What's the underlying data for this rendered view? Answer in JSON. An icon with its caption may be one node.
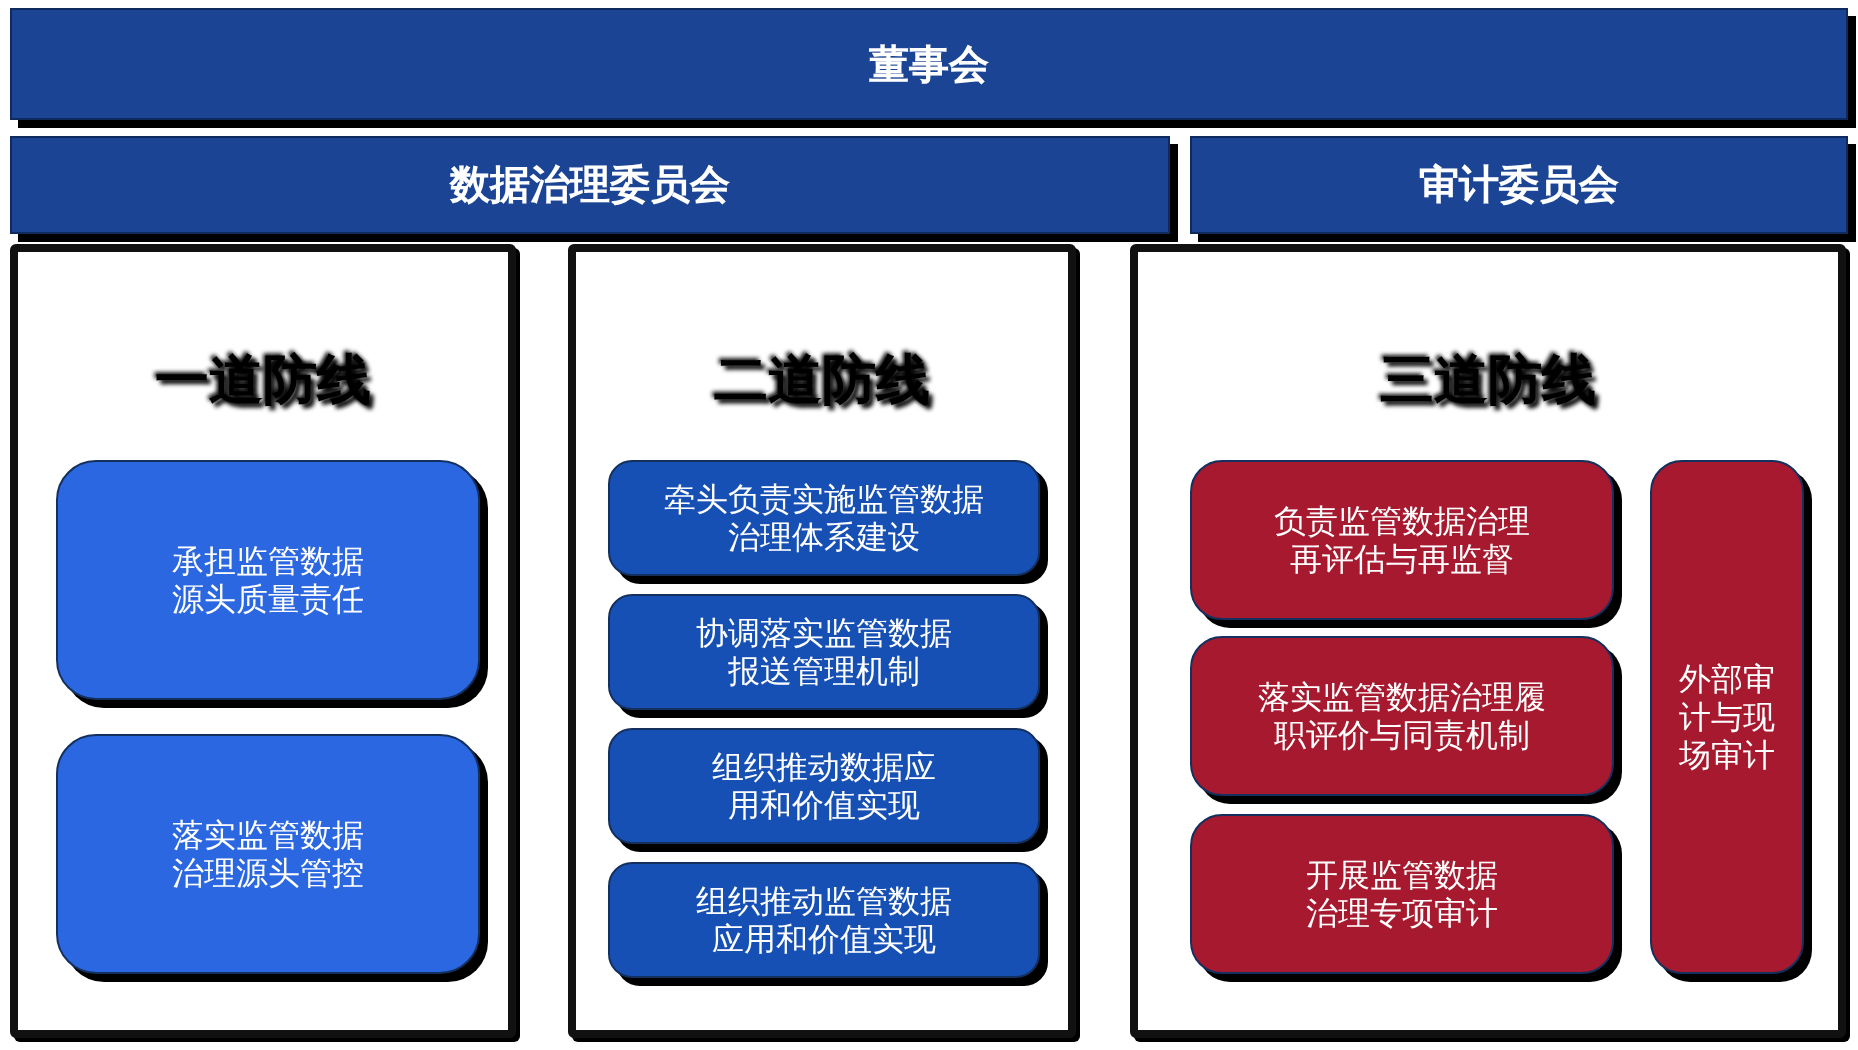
{
  "diagram": {
    "nodes": [
      {
        "text": [
          "董事会"
        ]
      },
      {
        "text": [
          "数据治理委员会"
        ]
      },
      {
        "text": [
          "审计委员会"
        ]
      },
      {
        "text": [
          "一道防线"
        ]
      },
      {
        "text": [
          "承担监管数据源头质量责任"
        ],
        "in": 3
      },
      {
        "text": [
          "落实监管数据治理源头管控"
        ],
        "in": 3
      },
      {
        "text": [
          "二道防线"
        ]
      },
      {
        "text": [
          "牵头负责实施监管数据治理体系建设"
        ],
        "in": 6
      },
      {
        "text": [
          "协调落实监管数据报送管理机制"
        ],
        "in": 6
      },
      {
        "text": [
          "组织推动数据应用和价值实现"
        ],
        "in": 6
      },
      {
        "text": [
          "组织推动监管数据应用和价值实现"
        ],
        "in": 6
      },
      {
        "text": [
          "三道防线"
        ]
      },
      {
        "text": [
          "负责监管数据治理再评估与再监督"
        ],
        "in": 11
      },
      {
        "text": [
          "落实监管数据治理履职评价与同责机制"
        ],
        "in": 11
      },
      {
        "text": [
          "开展监管数据治理专项审计"
        ],
        "in": 11
      },
      {
        "text": [
          "外部审计与现场审计"
        ],
        "in": 11
      }
    ]
  }
}
